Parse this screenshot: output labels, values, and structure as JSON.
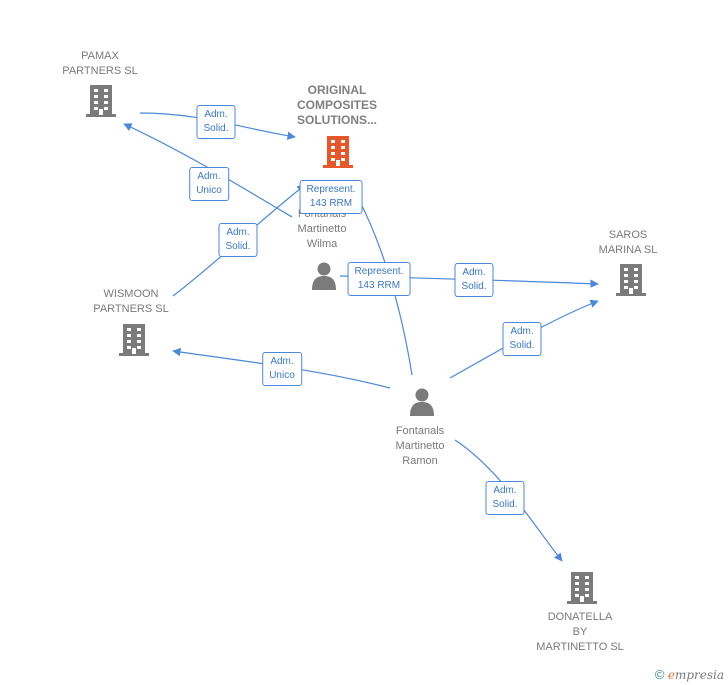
{
  "nodes": [
    {
      "id": "pamax",
      "label": "PAMAX\nPARTNERS  SL",
      "type": "company"
    },
    {
      "id": "original",
      "label": "ORIGINAL\nCOMPOSITES\nSOLUTIONS...",
      "type": "company-main"
    },
    {
      "id": "wilma",
      "label": "Fontanals\nMartinetto\nWilma",
      "type": "person"
    },
    {
      "id": "saros",
      "label": "SAROS\nMARINA SL",
      "type": "company"
    },
    {
      "id": "wismoon",
      "label": "WISMOON\nPARTNERS  SL",
      "type": "company"
    },
    {
      "id": "ramon",
      "label": "Fontanals\nMartinetto\nRamon",
      "type": "person"
    },
    {
      "id": "donatella",
      "label": "DONATELLA\nBY\nMARTINETTO SL",
      "type": "company"
    }
  ],
  "edges": [
    {
      "id": "e1",
      "label": "Adm.\nSolid."
    },
    {
      "id": "e2",
      "label": "Adm.\nUnico"
    },
    {
      "id": "e3",
      "label": "Adm.\nSolid."
    },
    {
      "id": "e4",
      "label": "Represent.\n143 RRM"
    },
    {
      "id": "e5",
      "label": "Represent.\n143 RRM"
    },
    {
      "id": "e6",
      "label": "Adm.\nSolid."
    },
    {
      "id": "e7",
      "label": "Adm.\nSolid."
    },
    {
      "id": "e8",
      "label": "Adm.\nUnico"
    },
    {
      "id": "e9",
      "label": "Adm.\nSolid."
    }
  ],
  "colors": {
    "company": "#7b7b7b",
    "main": "#e8572a",
    "edge": "#4a88d9"
  },
  "footer": {
    "copyright": "©",
    "brand_first": "e",
    "brand_rest": "mpresia"
  }
}
